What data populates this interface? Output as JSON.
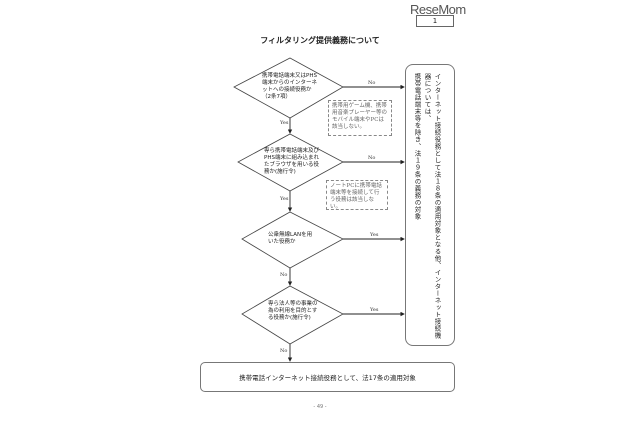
{
  "header": {
    "logo": "ReseMom",
    "page_box": "1"
  },
  "title": "フィルタリング提供義務について",
  "decisions": [
    {
      "text": "携帯電話端末又はPHS端末からのインターネットへの接続役務か（2条7項）",
      "no_label": "No",
      "yes_label": "Yes"
    },
    {
      "text": "専ら携帯電話端末及びPHS端末に組み込まれたブラウザを用いる役務か(施行令)",
      "no_label": "No",
      "yes_label": "Yes"
    },
    {
      "text": "公衆無線LANを用いた役務か",
      "yes_label": "Yes",
      "no_label": "No"
    },
    {
      "text": "専ら法人等の事業の為の利用を目的とする役務か(施行令)",
      "yes_label": "Yes",
      "no_label": "No"
    }
  ],
  "notes": [
    "携帯用ゲーム機、携帯用音楽プレーヤー等のモバイル端末やPCは該当しない。",
    "ノートPCに携帯電話端末等を接続して行う役務は該当しない。"
  ],
  "right_box": {
    "line1": "インターネット接続役務として法１８条の適用対象となる他、インターネット接続機器については、",
    "line2": "携帯電話端末等を除き、法１９条の義務の対象"
  },
  "bottom_box": "携帯電話インターネット接続役務として、法17条の適用対象",
  "page_number": "- 49 -"
}
